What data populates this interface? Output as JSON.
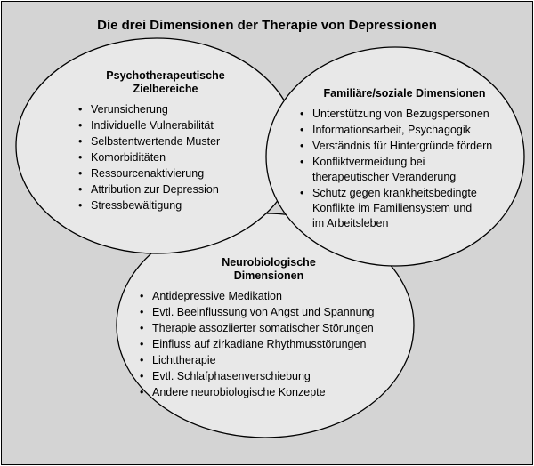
{
  "title": "Die drei Dimensionen der Therapie von Depressionen",
  "colors": {
    "background": "#d4d4d4",
    "circle_fill": "#e8e8e8",
    "stroke": "#000000"
  },
  "psycho": {
    "heading_line1": "Psychotherapeutische",
    "heading_line2": "Zielbereiche",
    "items": [
      "Verunsicherung",
      "Individuelle Vulnerabilität",
      "Selbstentwertende Muster",
      "Komorbiditäten",
      "Ressourcenaktivierung",
      "Attribution zur Depression",
      "Stressbewältigung"
    ]
  },
  "family": {
    "heading": "Familiäre/soziale Dimensionen",
    "items": [
      [
        "Unterstützung von Bezugspersonen"
      ],
      [
        "Informationsarbeit, Psychagogik"
      ],
      [
        "Verständnis für Hintergründe fördern"
      ],
      [
        "Konfliktvermeidung bei",
        "therapeutischer Veränderung"
      ],
      [
        "Schutz gegen krankheitsbedingte",
        "Konflikte im Familiensystem und",
        "im Arbeitsleben"
      ]
    ]
  },
  "neuro": {
    "heading_line1": "Neurobiologische",
    "heading_line2": "Dimensionen",
    "items": [
      "Antidepressive Medikation",
      "Evtl. Beeinflussung von Angst und Spannung",
      "Therapie assoziierter somatischer Störungen",
      "Einfluss auf zirkadiane Rhythmusstörungen",
      "Lichttherapie",
      "Evtl. Schlafphasenverschiebung",
      "Andere neurobiologische Konzepte"
    ]
  }
}
